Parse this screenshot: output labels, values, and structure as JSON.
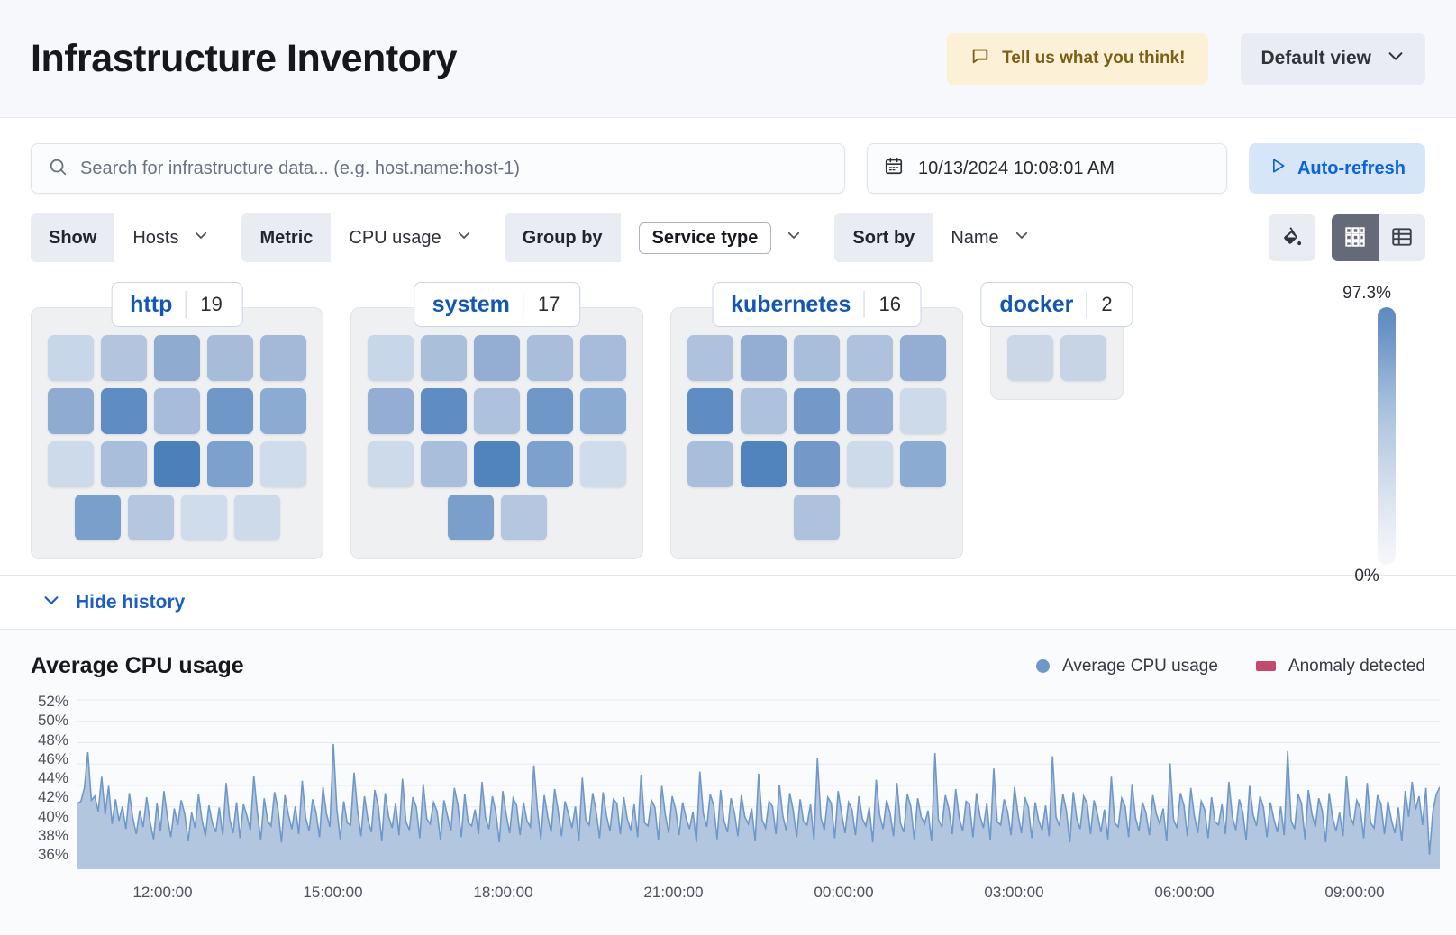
{
  "header": {
    "title": "Infrastructure Inventory",
    "feedback_label": "Tell us what you think!",
    "feedback_icon": "comment-icon",
    "view_label": "Default view",
    "view_icon": "chevron-down-icon"
  },
  "search": {
    "placeholder": "Search for infrastructure data... (e.g. host.name:host-1)",
    "value": "",
    "icon": "search-icon"
  },
  "datepicker": {
    "value": "10/13/2024 10:08:01 AM",
    "icon": "calendar-icon"
  },
  "autorefresh": {
    "label": "Auto-refresh",
    "icon": "play-icon"
  },
  "filters": [
    {
      "label": "Show",
      "value": "Hosts",
      "boxed": false,
      "icon": "chevron-down-icon"
    },
    {
      "label": "Metric",
      "value": "CPU usage",
      "boxed": false,
      "icon": "chevron-down-icon"
    },
    {
      "label": "Group by",
      "value": "Service type",
      "boxed": true,
      "icon": "chevron-down-icon"
    },
    {
      "label": "Sort by",
      "value": "Name",
      "boxed": false,
      "icon": "chevron-down-icon"
    }
  ],
  "view_controls": {
    "palette_icon": "fill-color-icon",
    "grid_icon": "grid-view-icon",
    "table_icon": "table-view-icon",
    "active": "grid"
  },
  "legend_scale": {
    "max": "97.3%",
    "min": "0%"
  },
  "history": {
    "toggle_label": "Hide history",
    "icon": "chevron-down-icon"
  },
  "chart_data": {
    "type": "area",
    "title": "Average CPU usage",
    "xlabel": "",
    "ylabel": "",
    "grid": true,
    "legend_position": "top-right",
    "legend": [
      {
        "name": "Average CPU usage",
        "color": "#6f97c9",
        "marker": "dot"
      },
      {
        "name": "Anomaly detected",
        "color": "#c44a6d",
        "marker": "bar"
      }
    ],
    "ylim": [
      36,
      52
    ],
    "yticks": [
      "52%",
      "50%",
      "48%",
      "46%",
      "44%",
      "42%",
      "40%",
      "38%",
      "36%"
    ],
    "xticks": [
      "12:00:00",
      "15:00:00",
      "18:00:00",
      "21:00:00",
      "00:00:00",
      "03:00:00",
      "06:00:00",
      "09:00:00"
    ],
    "series": [
      {
        "name": "Average CPU usage",
        "values": [
          41.9,
          42.1,
          43.4,
          46.9,
          42.2,
          42.6,
          41.1,
          44.5,
          40.8,
          43.6,
          39.9,
          42.3,
          40.2,
          41.6,
          39.4,
          42.9,
          40.5,
          38.9,
          41.2,
          39.6,
          42.5,
          40.1,
          38.4,
          41.9,
          39.2,
          43.1,
          40.6,
          38.6,
          41.4,
          39.8,
          42.2,
          40.9,
          38.2,
          41.0,
          39.5,
          42.8,
          40.3,
          38.7,
          41.7,
          40.0,
          39.1,
          41.5,
          38.8,
          43.9,
          40.4,
          39.0,
          42.0,
          38.5,
          41.8,
          40.7,
          39.3,
          44.6,
          41.1,
          38.3,
          42.4,
          40.2,
          39.7,
          43.0,
          41.3,
          38.1,
          42.7,
          40.8,
          39.4,
          41.6,
          38.9,
          44.1,
          40.5,
          39.2,
          42.3,
          41.0,
          38.6,
          43.5,
          40.9,
          39.6,
          47.7,
          41.4,
          38.4,
          42.1,
          40.0,
          39.8,
          44.9,
          41.2,
          38.7,
          42.6,
          40.3,
          39.1,
          43.2,
          41.6,
          38.2,
          42.9,
          40.6,
          39.5,
          41.9,
          38.8,
          44.3,
          40.1,
          39.3,
          42.5,
          41.5,
          38.5,
          43.8,
          40.4,
          39.9,
          42.0,
          41.1,
          38.3,
          42.2,
          40.7,
          39.2,
          43.4,
          41.8,
          38.6,
          42.8,
          40.0,
          39.7,
          41.3,
          38.9,
          44.0,
          40.5,
          39.4,
          42.6,
          41.0,
          38.1,
          43.1,
          40.8,
          39.0,
          42.4,
          41.7,
          38.8,
          42.0,
          40.2,
          39.6,
          45.6,
          41.4,
          38.4,
          42.7,
          40.6,
          39.1,
          43.3,
          41.2,
          38.7,
          42.1,
          40.9,
          39.5,
          41.6,
          38.2,
          44.4,
          40.3,
          39.8,
          42.9,
          41.1,
          38.5,
          43.0,
          40.7,
          39.2,
          42.3,
          41.9,
          38.9,
          42.5,
          40.4,
          39.3,
          41.8,
          38.6,
          44.7,
          40.0,
          39.7,
          42.2,
          41.5,
          38.3,
          43.6,
          40.8,
          39.0,
          42.6,
          41.3,
          38.8,
          42.0,
          40.5,
          39.4,
          41.1,
          38.1,
          45.0,
          40.9,
          39.6,
          42.8,
          41.7,
          38.4,
          43.2,
          40.2,
          39.1,
          42.4,
          41.0,
          38.7,
          42.7,
          40.6,
          39.9,
          41.4,
          38.2,
          44.8,
          40.3,
          39.5,
          42.1,
          41.6,
          38.9,
          43.7,
          40.7,
          39.2,
          42.9,
          41.2,
          38.6,
          42.3,
          40.1,
          39.8,
          41.8,
          38.3,
          46.3,
          40.5,
          39.3,
          42.5,
          41.9,
          38.5,
          43.1,
          40.9,
          39.0,
          42.0,
          41.3,
          38.8,
          42.6,
          40.4,
          39.7,
          41.5,
          38.1,
          44.2,
          40.8,
          39.4,
          42.2,
          41.0,
          38.7,
          43.9,
          40.0,
          39.1,
          42.8,
          41.6,
          38.4,
          42.4,
          40.6,
          39.9,
          41.2,
          38.2,
          46.8,
          40.3,
          39.6,
          42.7,
          41.4,
          38.9,
          43.3,
          40.5,
          39.2,
          42.1,
          41.8,
          38.6,
          42.9,
          40.7,
          39.5,
          41.9,
          38.3,
          45.3,
          40.1,
          39.8,
          42.3,
          41.1,
          38.8,
          43.5,
          40.9,
          39.0,
          42.5,
          41.5,
          38.5,
          42.0,
          40.2,
          39.3,
          41.7,
          38.7,
          46.5,
          40.6,
          39.7,
          42.8,
          41.2,
          38.1,
          43.0,
          40.4,
          39.4,
          42.6,
          41.9,
          38.9,
          42.2,
          40.8,
          39.1,
          41.3,
          38.4,
          44.5,
          40.0,
          39.6,
          42.4,
          41.6,
          38.6,
          43.8,
          40.5,
          39.2,
          42.0,
          41.0,
          38.8,
          42.7,
          40.9,
          39.9,
          41.4,
          38.2,
          45.8,
          40.3,
          39.5,
          42.9,
          41.7,
          38.7,
          43.4,
          40.7,
          39.0,
          42.1,
          41.3,
          38.5,
          42.5,
          40.1,
          39.8,
          41.8,
          38.9,
          44.0,
          40.6,
          39.3,
          42.3,
          41.1,
          38.3,
          43.6,
          40.8,
          39.7,
          42.6,
          41.5,
          38.6,
          42.0,
          40.4,
          39.1,
          41.6,
          38.8,
          47.0,
          40.2,
          39.4,
          42.8,
          41.9,
          38.4,
          43.2,
          40.9,
          39.6,
          42.4,
          41.2,
          38.1,
          42.9,
          40.5,
          39.2,
          41.0,
          38.7,
          44.6,
          40.7,
          39.9,
          42.2,
          41.4,
          38.5,
          43.9,
          40.0,
          39.5,
          42.7,
          41.8,
          38.9,
          42.1,
          40.3,
          39.0,
          41.5,
          38.2,
          43.1,
          40.6,
          44.0,
          41.3,
          42.6,
          39.8,
          43.4,
          36.9,
          41.1,
          42.8,
          43.5
        ]
      }
    ]
  },
  "groups": [
    {
      "name": "http",
      "count": "19",
      "rows": [
        [
          "#c7d6e8",
          "#b2c4de",
          "#8fabd0",
          "#a7bcd9",
          "#a3b9d8"
        ],
        [
          "#8fabd0",
          "#5f8cc2",
          "#a6bcda",
          "#6f98c8",
          "#8cabd2"
        ],
        [
          "#ccdaea",
          "#a9bedb",
          "#4b80ba",
          "#7ba1cc",
          "#cfdcec"
        ],
        [
          "#7b9fcb",
          "#b4c6e0",
          "#cfdcec",
          "#ccdaea"
        ]
      ]
    },
    {
      "name": "system",
      "count": "17",
      "rows": [
        [
          "#c7d6e8",
          "#aabfda",
          "#93aed2",
          "#a9bedb",
          "#a6bcda"
        ],
        [
          "#93aed2",
          "#5f8cc2",
          "#aec1dd",
          "#6f98c8",
          "#8cabd2"
        ],
        [
          "#ccdaea",
          "#a9bedb",
          "#5183bc",
          "#7ba1cc",
          "#cfdcec"
        ],
        [
          "#7b9fcb",
          "#b4c6e0"
        ]
      ]
    },
    {
      "name": "kubernetes",
      "count": "16",
      "rows": [
        [
          "#aec1dd",
          "#93aed2",
          "#a9bedb",
          "#aec1dd",
          "#93aed2"
        ],
        [
          "#5f8cc2",
          "#aec1dd",
          "#7399c8",
          "#93aed2",
          "#ccdaea"
        ],
        [
          "#a9bedb",
          "#5183bc",
          "#7399c8",
          "#ccdaea",
          "#8cabd2"
        ],
        [
          "#aec1dd"
        ]
      ]
    },
    {
      "name": "docker",
      "count": "2",
      "rows": [
        [
          "#cbd7e7",
          "#c7d4e5"
        ]
      ]
    }
  ]
}
